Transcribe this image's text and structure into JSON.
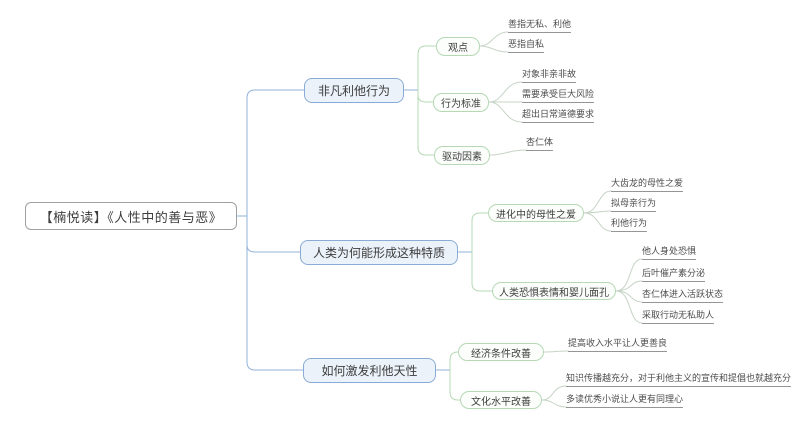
{
  "title": "【楠悦读】《人性中的善与恶》",
  "colors": {
    "background": "#ffffff",
    "root_border": "#a0a0a0",
    "level1_border": "#8aabd5",
    "level1_fill": "#ebf2fa",
    "level1_line": "#93b3da",
    "level2_border": "#b5d8b5",
    "level2_line": "#b5d8b5",
    "leaf_line": "#c6d4c6",
    "leaf_underline": "#959595",
    "text": "#3d3d3d"
  },
  "root": {
    "label": "【楠悦读】《人性中的善与恶》"
  },
  "branches": [
    {
      "label": "非凡利他行为",
      "children": [
        {
          "label": "观点",
          "leaves": [
            "善指无私、利他",
            "恶指自私"
          ]
        },
        {
          "label": "行为标准",
          "leaves": [
            "对象非亲非故",
            "需要承受巨大风险",
            "超出日常道德要求"
          ]
        },
        {
          "label": "驱动因素",
          "leaves": [
            "杏仁体"
          ]
        }
      ]
    },
    {
      "label": "人类为何能形成这种特质",
      "children": [
        {
          "label": "进化中的母性之爱",
          "leaves": [
            "大齿龙的母性之爱",
            "拟母亲行为",
            "利他行为"
          ]
        },
        {
          "label": "人类恐惧表情和婴儿面孔",
          "leaves": [
            "他人身处恐惧",
            "后叶催产素分泌",
            "杏仁体进入活跃状态",
            "采取行动无私助人"
          ]
        }
      ]
    },
    {
      "label": "如何激发利他天性",
      "children": [
        {
          "label": "经济条件改善",
          "leaves": [
            "提高收入水平让人更善良"
          ]
        },
        {
          "label": "文化水平改善",
          "leaves": [
            "知识传播越充分，对于利他主义的宣传和提倡也就越充分",
            "多读优秀小说让人更有同理心"
          ]
        }
      ]
    }
  ]
}
